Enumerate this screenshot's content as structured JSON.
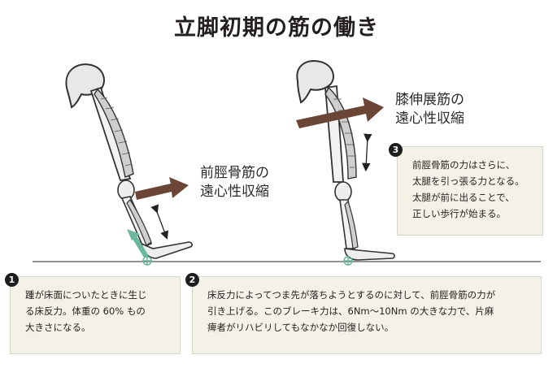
{
  "title": "立脚初期の筋の働き",
  "labels": {
    "tibialis": [
      "前脛骨筋の",
      "遠心性収縮"
    ],
    "quadriceps": [
      "膝伸展筋の",
      "遠心性収縮"
    ]
  },
  "notes": [
    {
      "number": "1",
      "lines": [
        "踵が床面についたときに生じ",
        "る床反力。体重の 60% もの",
        "大きさになる。"
      ]
    },
    {
      "number": "2",
      "lines": [
        "床反力によってつま先が落ちようとするのに対して、前脛骨筋の力が",
        "引き上げる。このブレーキ力は、6Nm〜10Nm の大きな力で、片麻",
        "痺者がリハビリしてもなかなか回復しない。"
      ]
    },
    {
      "number": "3",
      "lines": [
        "前脛骨筋の力はさらに、",
        "太腿を引っ張る力となる。",
        "太腿が前に出ることで、",
        "正しい歩行が始まる。"
      ]
    }
  ],
  "colors": {
    "arrow_brown": "#6b4536",
    "reaction_green": "#6bb8a0",
    "note_bg": "#f4f2e6",
    "badge": "#1e1e1e"
  },
  "icons": [
    "force-arrow-icon",
    "double-headed-arrow-icon",
    "contact-point-icon"
  ]
}
